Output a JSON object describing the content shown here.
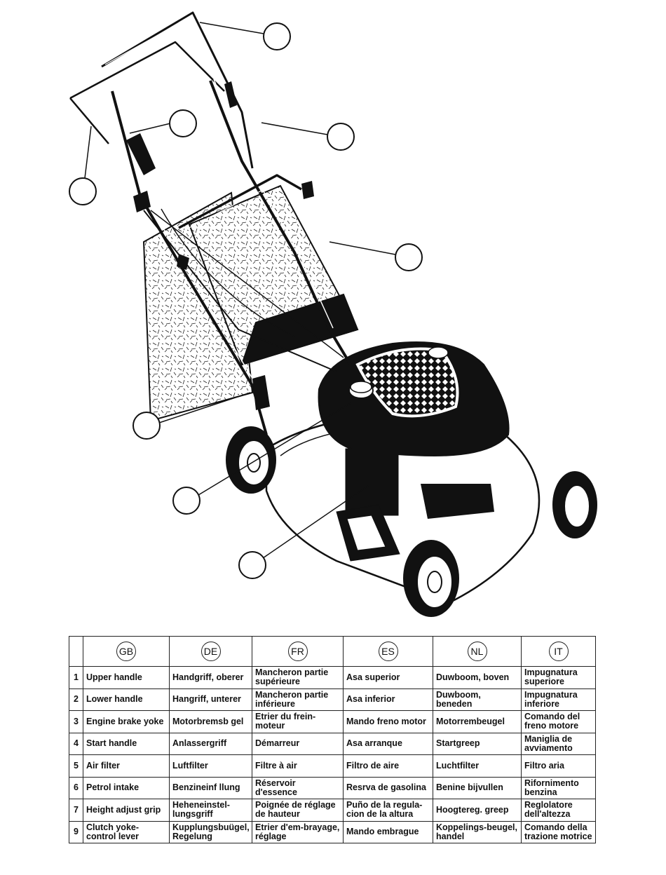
{
  "languages": [
    "GB",
    "DE",
    "FR",
    "ES",
    "NL",
    "IT"
  ],
  "rows": [
    {
      "num": "1",
      "cells": [
        "Upper handle",
        "Handgriff, oberer",
        "Mancheron partie supérieure",
        "Asa superior",
        "Duwboom, boven",
        "Impugnatura superiore"
      ]
    },
    {
      "num": "2",
      "cells": [
        "Lower handle",
        "Hangriff, unterer",
        "Mancheron partie inférieure",
        "Asa inferior",
        "Duwboom, beneden",
        "Impugnatura inferiore"
      ]
    },
    {
      "num": "3",
      "cells": [
        "Engine brake yoke",
        "Motorbremsb gel",
        "Etrier du frein-moteur",
        "Mando freno motor",
        "Motorrembeugel",
        "Comando del freno motore"
      ]
    },
    {
      "num": "4",
      "cells": [
        "Start handle",
        "Anlassergriff",
        "Démarreur",
        "Asa arranque",
        "Startgreep",
        "Maniglia de avviamento"
      ]
    },
    {
      "num": "5",
      "cells": [
        "Air filter",
        "Luftfilter",
        "Filtre à air",
        "Filtro de aire",
        "Luchtfilter",
        "Filtro aria"
      ]
    },
    {
      "num": "6",
      "cells": [
        "Petrol intake",
        "Benzineinf llung",
        "Réservoir d'essence",
        "Resrva de gasolina",
        "Benine bijvullen",
        "Rifornimento benzina"
      ]
    },
    {
      "num": "7",
      "cells": [
        "Height adjust grip",
        "Heheneinstel-lungsgriff",
        "Poignée de réglage de hauteur",
        "Puño de la regula-cion de la altura",
        "Hoogtereg. greep",
        "Reglolatore dell'altezza"
      ]
    },
    {
      "num": "9",
      "cells": [
        "Clutch yoke-control lever",
        "Kupplungsbuügel, Regelung",
        "Etrier d'em-brayage, réglage",
        "Mando embrague",
        "Koppelings-beugel, handel",
        "Comando della trazione motrice"
      ]
    }
  ],
  "colors": {
    "ink": "#111111",
    "paper": "#ffffff"
  }
}
